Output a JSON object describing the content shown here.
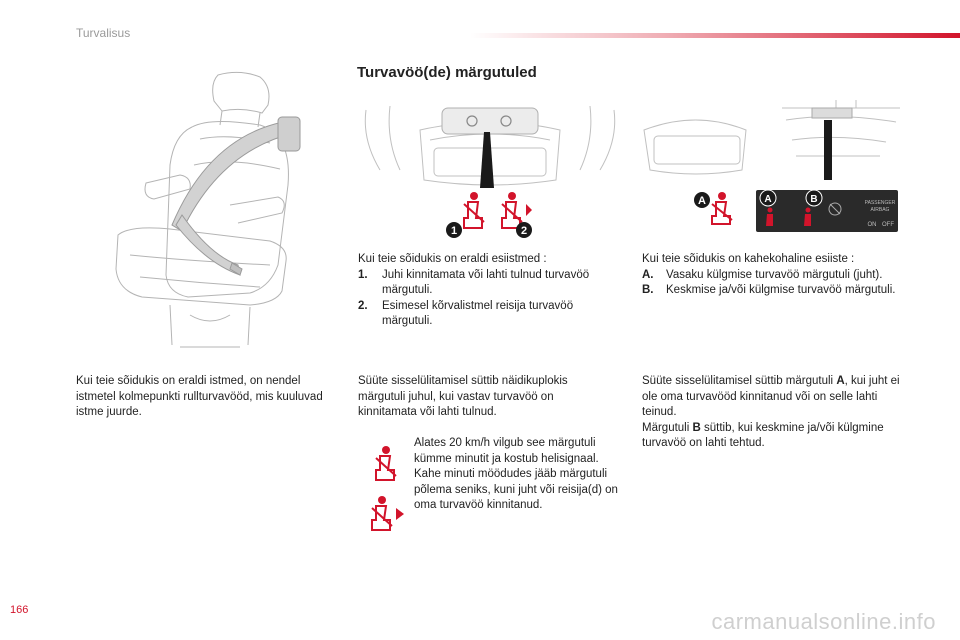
{
  "header": {
    "section": "Turvalisus"
  },
  "title": "Turvavöö(de) märgutuled",
  "left_text": "Kui teie sõidukis on eraldi istmed, on nendel istmetel kolmepunkti rullturvavööd, mis kuuluvad istme juurde.",
  "middle": {
    "intro": "Kui teie sõidukis on eraldi esiistmed :",
    "items": [
      {
        "marker": "1.",
        "text": "Juhi kinnitamata või lahti tulnud turvavöö märgutuli."
      },
      {
        "marker": "2.",
        "text": "Esimesel kõrvalistmel reisija turvavöö märgutuli."
      }
    ],
    "ignition": "Süüte sisselülitamisel süttib näidikuplokis märgutuli juhul, kui vastav turvavöö on kinnitamata või lahti tulnud.",
    "speed_note": "Alates 20 km/h vilgub see märgutuli kümme minutit ja kostub helisignaal. Kahe minuti möödudes jääb märgutuli põlema seniks, kuni juht või reisija(d) on oma turvavöö kinnitanud."
  },
  "right": {
    "intro": "Kui teie sõidukis on kahekohaline esiiste :",
    "items": [
      {
        "marker": "A.",
        "text": "Vasaku külgmise turvavöö märgutuli (juht)."
      },
      {
        "marker": "B.",
        "text": "Keskmise ja/või külgmise turvavöö märgutuli."
      }
    ],
    "ignition_pre": "Süüte sisselülitamisel süttib märgutuli ",
    "ignition_bold": "A",
    "ignition_post": ", kui juht ei ole oma turvavööd kinnitanud või on selle lahti teinud.",
    "ignition2_pre": "Märgutuli ",
    "ignition2_bold": "B",
    "ignition2_post": " süttib, kui keskmine ja/või külgmine turvavöö on lahti tehtud."
  },
  "callouts": {
    "one": "1",
    "two": "2",
    "a": "A",
    "b": "B"
  },
  "panel": {
    "line1": "PASSENGER",
    "line2": "AIRBAG",
    "on": "ON",
    "off": "OFF"
  },
  "footer": {
    "page_number": "166",
    "watermark": "carmanualsonline.info"
  },
  "colors": {
    "accent": "#d2142b",
    "callout": "#1a1a1a",
    "outline": "#b4b4b4"
  }
}
